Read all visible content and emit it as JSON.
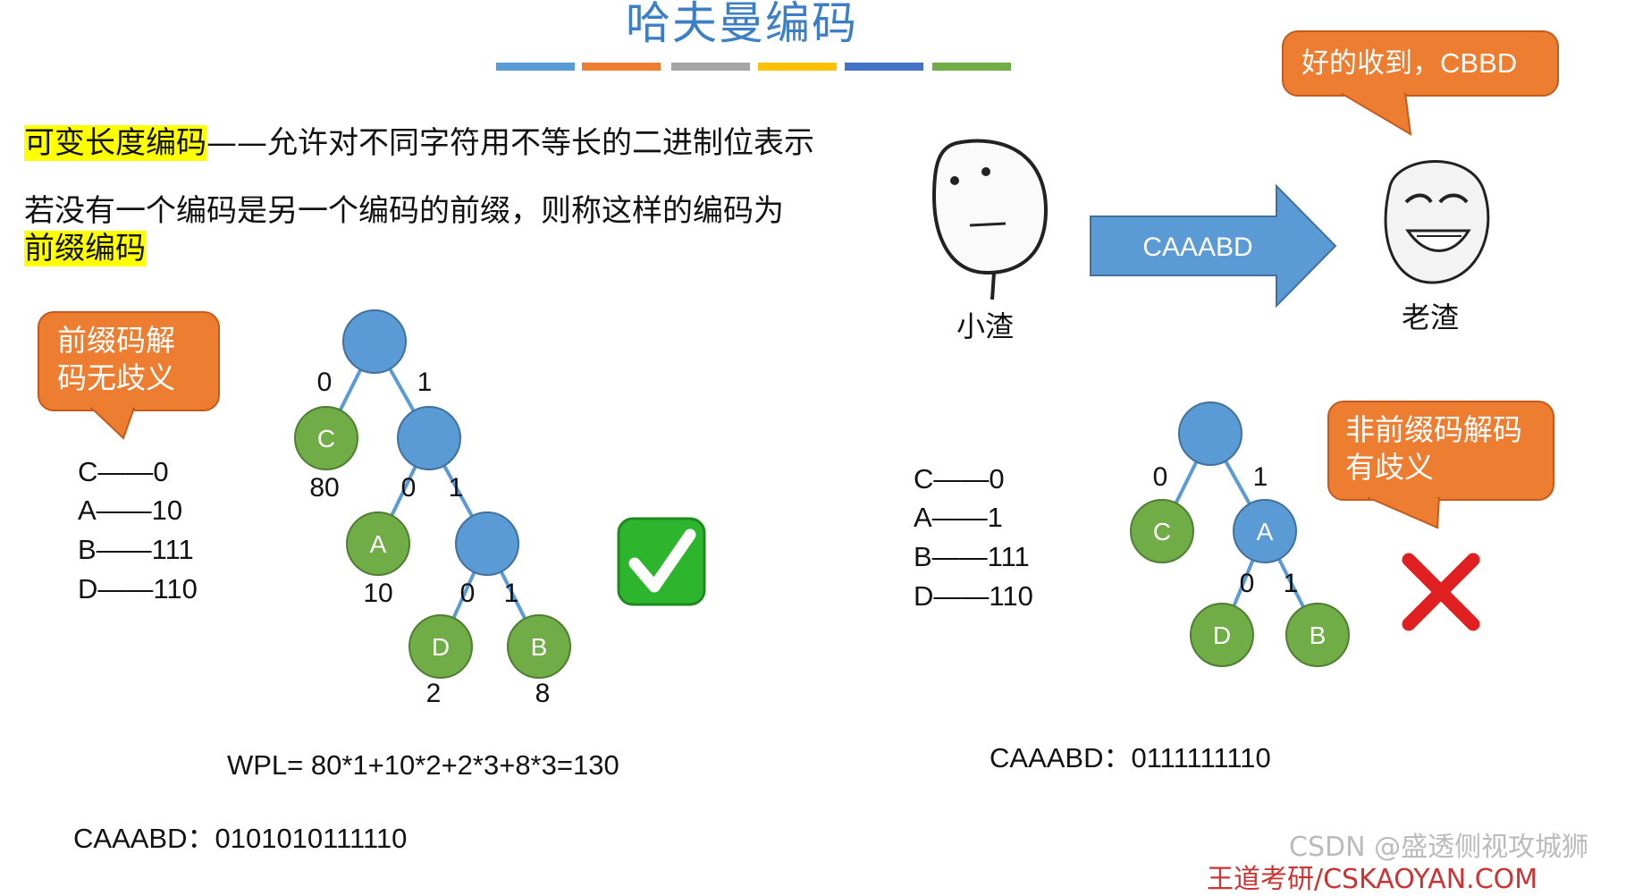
{
  "title": "哈夫曼编码",
  "bar_colors": [
    "#5b9bd5",
    "#ed7d31",
    "#a5a5a5",
    "#ffc000",
    "#4472c4",
    "#70ad47"
  ],
  "def_highlight": "可变长度编码",
  "def_rest": "——允许对不同字符用不等长的二进制位表示",
  "prefix_line1": "若没有一个编码是另一个编码的前缀，则称这样的编码为",
  "prefix_highlight": "前缀编码",
  "left": {
    "callout": "前缀码解码无歧义",
    "codes": [
      "C——0",
      "A——10",
      "B——111",
      "D——110"
    ],
    "tree": {
      "nodes": [
        {
          "label": "",
          "leaf": false
        },
        {
          "label": "C",
          "leaf": true
        },
        {
          "label": "",
          "leaf": false
        },
        {
          "label": "A",
          "leaf": true
        },
        {
          "label": "",
          "leaf": false
        },
        {
          "label": "D",
          "leaf": true
        },
        {
          "label": "B",
          "leaf": true
        }
      ],
      "edge_labels": [
        "0",
        "1",
        "0",
        "1",
        "0",
        "1"
      ],
      "weights": [
        "80",
        "10",
        "2",
        "8"
      ]
    },
    "wpl": "WPL= 80*1+10*2+2*3+8*3=130",
    "encoded": "CAAABD：0101010111110"
  },
  "right": {
    "person_left": "小渣",
    "person_right": "老渣",
    "arrow_text": "CAAABD",
    "reply_callout": "好的收到，CBBD",
    "callout": "非前缀码解码有歧义",
    "codes": [
      "C——0",
      "A——1",
      "B——111",
      "D——110"
    ],
    "tree": {
      "nodes": [
        {
          "label": "",
          "leaf": false
        },
        {
          "label": "C",
          "leaf": true
        },
        {
          "label": "A",
          "leaf": false
        },
        {
          "label": "D",
          "leaf": true
        },
        {
          "label": "B",
          "leaf": true
        }
      ],
      "edge_labels": [
        "0",
        "1",
        "0",
        "1"
      ]
    },
    "encoded": "CAAABD：0111111110"
  },
  "watermark": "CSDN @盛透侧视攻城狮",
  "footer": "王道考研/CSKAOYAN.COM"
}
